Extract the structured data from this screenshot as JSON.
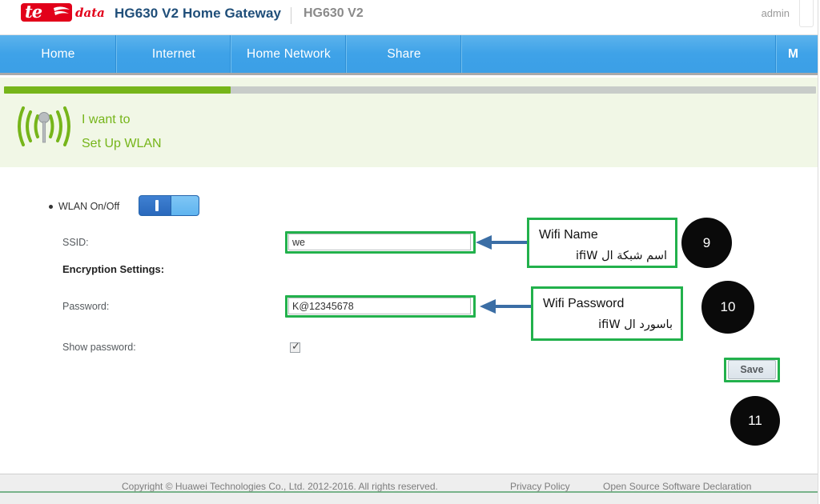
{
  "header": {
    "logo_text": "te",
    "logo_suffix": "data",
    "title": "HG630 V2 Home Gateway",
    "model": "HG630 V2",
    "user": "admin"
  },
  "nav": {
    "items": [
      {
        "label": "Home",
        "active": true
      },
      {
        "label": "Internet",
        "active": false
      },
      {
        "label": "Home Network",
        "active": false
      },
      {
        "label": "Share",
        "active": false
      },
      {
        "label": "M",
        "active": false
      }
    ]
  },
  "banner": {
    "icon": "wifi-antenna-icon",
    "line1": "I want to",
    "line2": "Set Up WLAN",
    "progress_percent": 28
  },
  "form": {
    "wlan_toggle_label": "WLAN On/Off",
    "wlan_toggle_state": "on",
    "ssid_label": "SSID:",
    "ssid_value": "we",
    "encryption_heading": "Encryption Settings:",
    "password_label": "Password:",
    "password_value": "K@12345678",
    "show_password_label": "Show password:",
    "show_password_checked": true,
    "check_glyph": "✓",
    "save_label": "Save"
  },
  "annotations": {
    "callout_ssid": {
      "english": "Wifi Name",
      "arabic": "اسم شبكة ال Wifi"
    },
    "callout_password": {
      "english": "Wifi Password",
      "arabic": "باسورد ال Wifi"
    },
    "badges": [
      "9",
      "10",
      "11"
    ],
    "highlight_color": "#22b14c",
    "arrow_color": "#3b6ea5",
    "badge_color": "#0a0a0a"
  },
  "footer": {
    "copyright": "Copyright © Huawei Technologies Co., Ltd. 2012-2016. All rights reserved.",
    "privacy_link": "Privacy Policy",
    "oss_link": "Open Source Software Declaration"
  }
}
